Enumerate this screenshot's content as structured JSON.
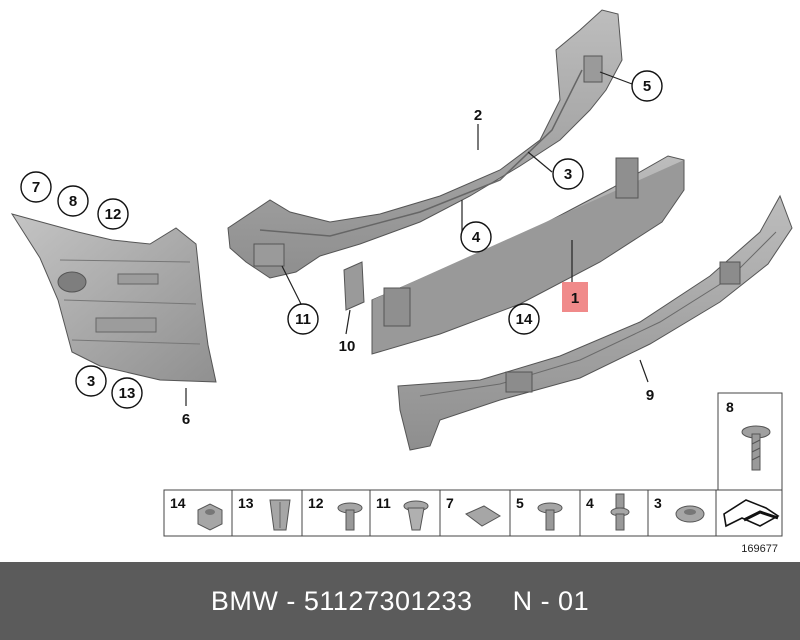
{
  "colors": {
    "part_fill": "#a9a9a9",
    "part_dark": "#7a7a7a",
    "highlight": "#f08a8a",
    "footer_bg": "#5b5b5b",
    "footer_text": "#ffffff"
  },
  "callouts": {
    "c1": "1",
    "c2": "2",
    "c3a": "3",
    "c3b": "3",
    "c4": "4",
    "c5": "5",
    "c6": "6",
    "c7": "7",
    "c8": "8",
    "c9": "9",
    "c10": "10",
    "c11": "11",
    "c12": "12",
    "c13": "13",
    "c14": "14"
  },
  "legend": {
    "items": [
      "14",
      "13",
      "12",
      "11",
      "7",
      "5",
      "4",
      "3"
    ],
    "screw_label": "8"
  },
  "ref_code": "169677",
  "footer": {
    "text": "BMW - 51127301233     N - 01"
  }
}
